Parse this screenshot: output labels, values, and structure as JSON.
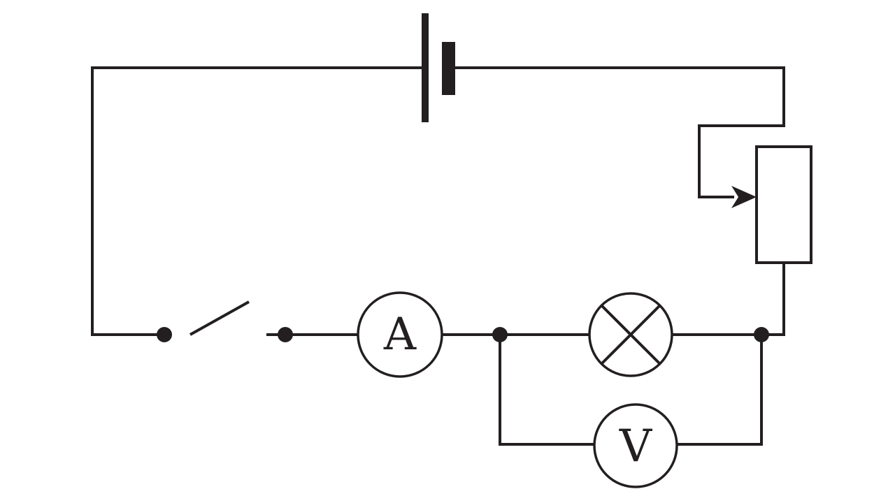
{
  "diagram": {
    "type": "circuit-schematic",
    "components": {
      "battery": {
        "kind": "cell"
      },
      "rheostat": {
        "kind": "variable-resistor"
      },
      "switch": {
        "kind": "switch",
        "state": "open"
      },
      "ammeter": {
        "kind": "ammeter",
        "label": "A"
      },
      "lamp": {
        "kind": "lamp"
      },
      "voltmeter": {
        "kind": "voltmeter",
        "label": "V"
      }
    },
    "colors": {
      "line": "#231f20",
      "background": "#ffffff"
    }
  }
}
